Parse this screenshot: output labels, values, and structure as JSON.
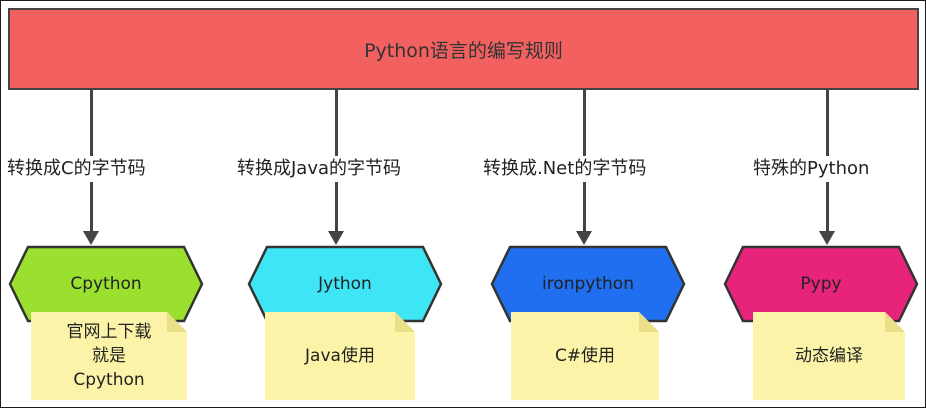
{
  "header": {
    "title": "Python语言的编写规则",
    "color": "#f26060"
  },
  "branches": [
    {
      "edge_label": "转换成C的字节码",
      "node_label": "Cpython",
      "node_color": "#9be02e",
      "note_text": "官网上下载\n就是\nCpython"
    },
    {
      "edge_label": "转换成Java的字节码",
      "node_label": "Jython",
      "node_color": "#3ee6f5",
      "note_text": "Java使用"
    },
    {
      "edge_label": "转换成.Net的字节码",
      "node_label": "ironpython",
      "node_color": "#1f6ff0",
      "note_text": "C#使用"
    },
    {
      "edge_label": "特殊的Python",
      "node_label": "Pypy",
      "node_color": "#e8237a",
      "note_text": "动态编译"
    }
  ],
  "note_color": "#fbf4a8"
}
